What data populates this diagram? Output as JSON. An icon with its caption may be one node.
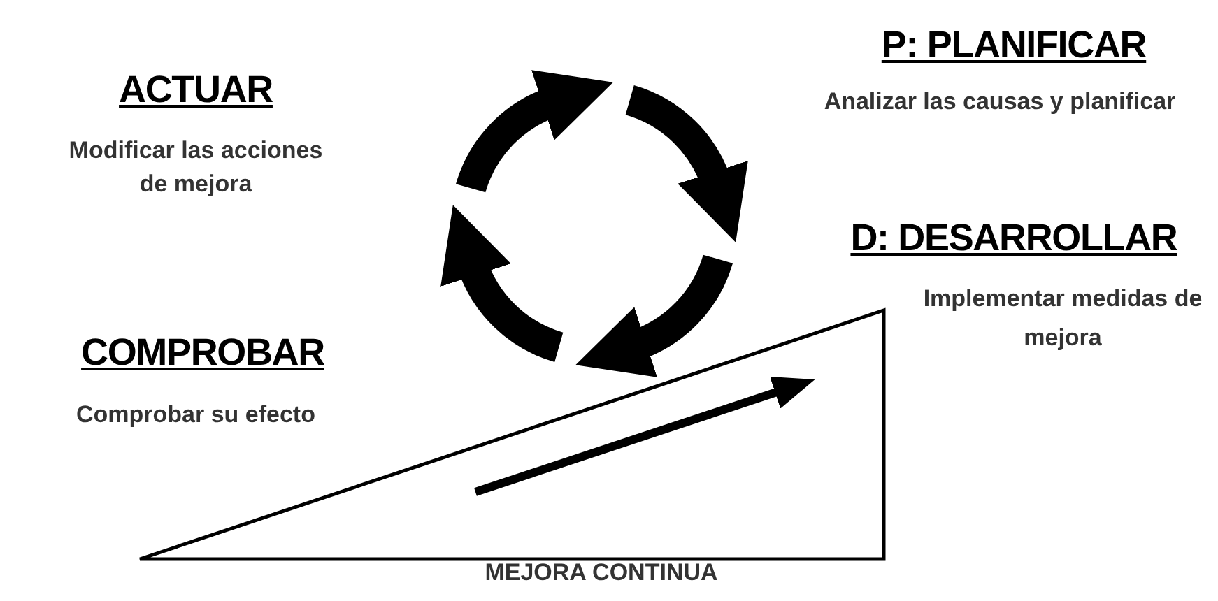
{
  "diagram": {
    "labels": [
      "P: PLANIFICAR",
      "ACTUAR",
      "Analizar las causas y planificar",
      "Modificar las acciones de mejora",
      "D: DESARROLLAR",
      "Implementar medidas de mejora",
      "COMPROBAR",
      "Comprobar su efecto",
      "MEJORA CONTINUA"
    ]
  }
}
